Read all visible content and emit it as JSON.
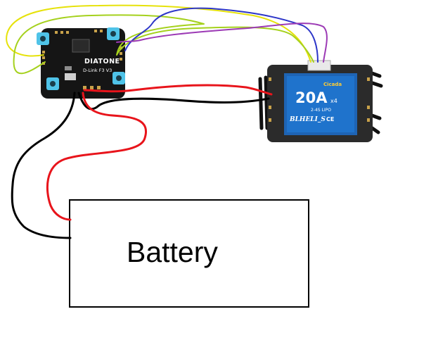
{
  "battery": {
    "label": "Battery"
  },
  "flight_controller": {
    "brand": "DIATONE",
    "model": "D-Link F3 V3"
  },
  "esc": {
    "brand": "Cicada",
    "rating": "20A",
    "rating_suffix": "x4",
    "cells": "2-4S LIPO",
    "series": "BLHELI_S",
    "cert": "CE"
  },
  "colors": {
    "power_positive": "#e8141b",
    "ground": "#000000",
    "signal_yellow": "#e6e20a",
    "signal_green": "#a5d11d",
    "signal_blue": "#2d36c8",
    "signal_purple": "#9c3ab5"
  }
}
